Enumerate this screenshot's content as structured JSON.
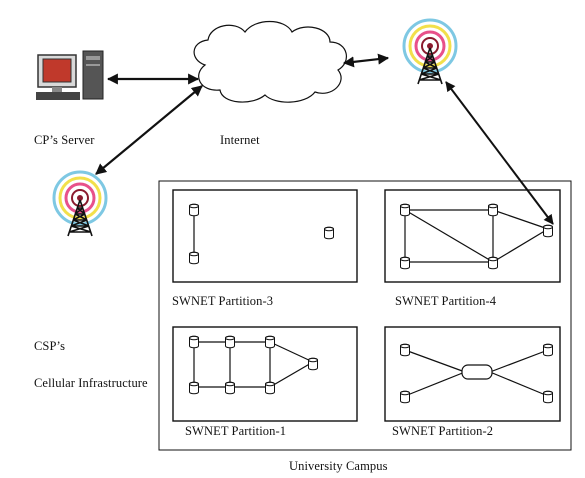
{
  "labels": {
    "cp_server": "CP’s Server",
    "internet": "Internet",
    "csp": "CSP’s",
    "cellular": "Cellular Infrastructure",
    "partition_3": "SWNET Partition-3",
    "partition_4": "SWNET Partition-4",
    "partition_1": "SWNET Partition-1",
    "partition_2": "SWNET Partition-2",
    "campus": "University Campus"
  },
  "colors": {
    "line": "#111111",
    "ring_outer": "#7ec8e3",
    "ring_middle": "#f2e04b",
    "ring_inner": "#e8508a",
    "ring_core": "#8b1a2e",
    "monitor_screen": "#c0392b"
  },
  "icons": [
    "computer-server-icon",
    "cloud-icon",
    "cell-tower-icon",
    "storage-node-icon"
  ]
}
